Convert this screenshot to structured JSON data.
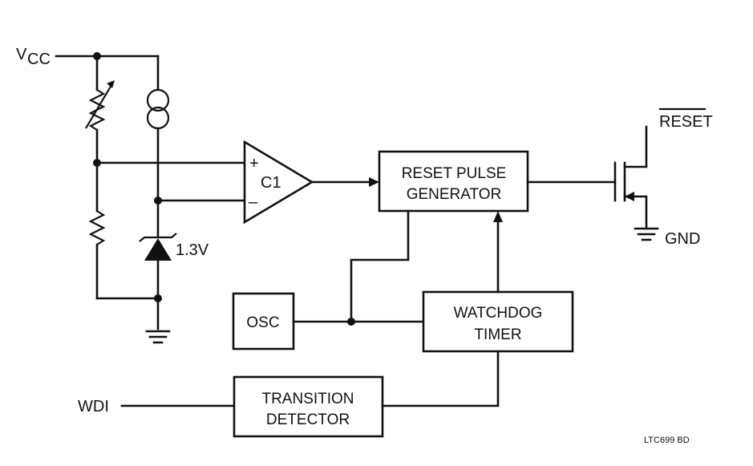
{
  "pins": {
    "vcc_main": "V",
    "vcc_sub": "CC",
    "reset": "RESET",
    "gnd": "GND",
    "wdi": "WDI"
  },
  "comparator": {
    "label": "C1",
    "plus": "+",
    "minus": "–"
  },
  "zener": {
    "voltage": "1.3V"
  },
  "blocks": {
    "reset_pulse_generator": [
      "RESET PULSE",
      "GENERATOR"
    ],
    "oscillator": [
      "OSC"
    ],
    "watchdog_timer": [
      "WATCHDOG",
      "TIMER"
    ],
    "transition_detector": [
      "TRANSITION",
      "DETECTOR"
    ]
  },
  "figure_id": "LTC699 BD"
}
